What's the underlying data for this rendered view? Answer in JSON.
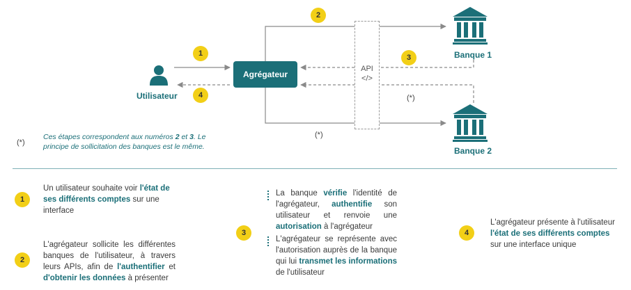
{
  "diagram": {
    "user_label": "Utilisateur",
    "aggregator_label": "Agrégateur",
    "api_label_line1": "API",
    "api_label_line2": "</>",
    "bank1_label": "Banque 1",
    "bank2_label": "Banque 2",
    "step_badges": [
      "1",
      "2",
      "3",
      "4"
    ],
    "asterisk": "(*)",
    "footnote_marker": "(*)",
    "footnote": {
      "part1": "Ces étapes correspondent aux numéros ",
      "num2": "2",
      "part2": " et ",
      "num3": "3",
      "part3": ". Le principe de sollicitation des banques est le même."
    }
  },
  "colors": {
    "teal": "#1b6f78",
    "yellow": "#f2cf17",
    "arrow": "#8a8a8a"
  },
  "steps": {
    "s1": {
      "number": "1",
      "t1": "Un utilisateur souhaite voir ",
      "b1": "l'état de ses différents comptes",
      "t2": " sur une interface"
    },
    "s2": {
      "number": "2",
      "t1": "L'agrégateur sollicite les différentes banques de l'utilisateur, à travers leurs APIs, afin de ",
      "b1": "l'authentifier",
      "t2": " et ",
      "b2": "d'obtenir les données",
      "t3": " à présenter"
    },
    "s3": {
      "number": "3",
      "a_t1": "La banque ",
      "a_b1": "vérifie",
      "a_t2": " l'identité de l'agrégateur, ",
      "a_b2": "authentifie",
      "a_t3": " son utilisateur et renvoie une ",
      "a_b3": "autorisation",
      "a_t4": " à l'agrégateur",
      "b_t1": "L'agrégateur se représente avec l'autorisation auprès de la banque qui lui ",
      "b_b1": "transmet les informations",
      "b_t2": " de l'utilisateur"
    },
    "s4": {
      "number": "4",
      "t1": "L'agrégateur présente à l'utilisateur ",
      "b1": "l'état de ses différents comptes",
      "t2": " sur une interface unique"
    }
  }
}
